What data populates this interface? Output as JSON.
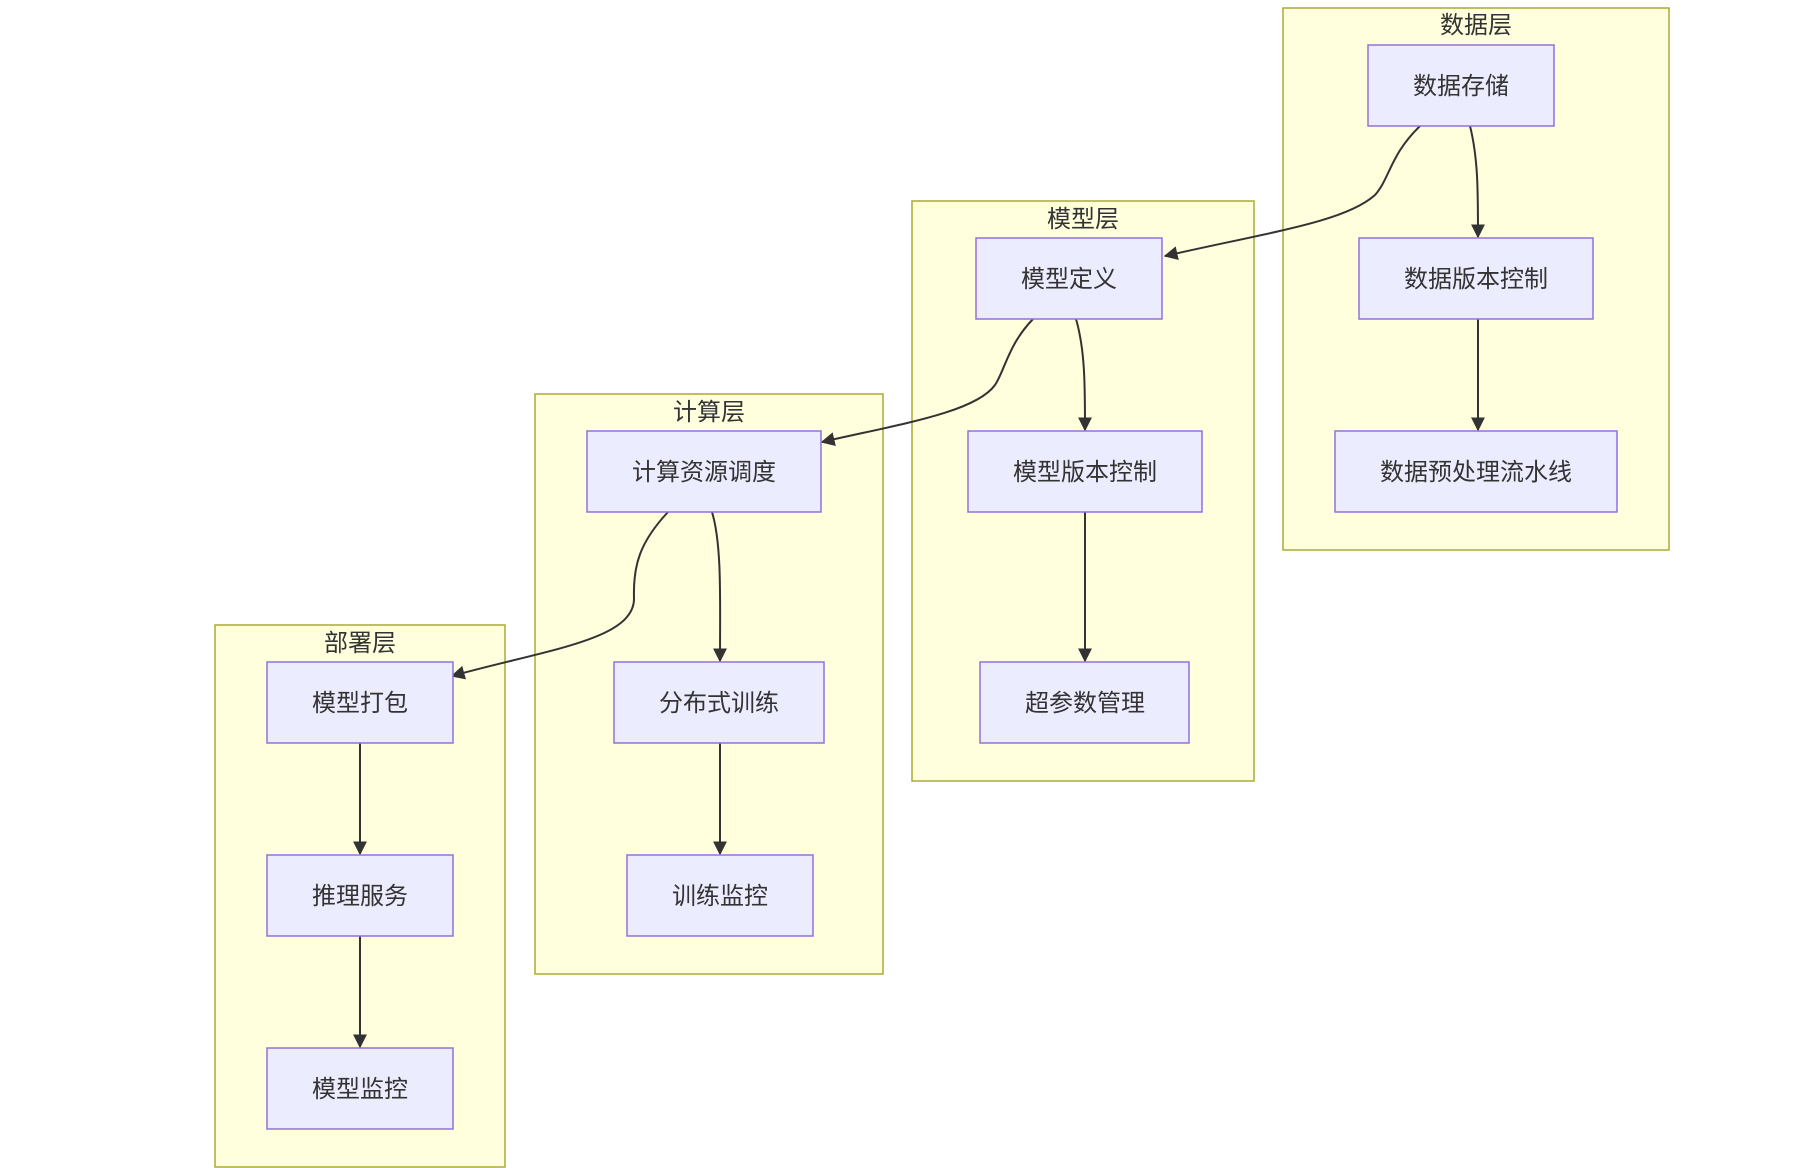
{
  "diagram": {
    "clusters": {
      "data": "数据层",
      "model": "模型层",
      "compute": "计算层",
      "deploy": "部署层"
    },
    "nodes": {
      "data_storage": "数据存储",
      "data_version": "数据版本控制",
      "data_pipeline": "数据预处理流水线",
      "model_def": "模型定义",
      "model_version": "模型版本控制",
      "hyperparam": "超参数管理",
      "compute_sched": "计算资源调度",
      "dist_train": "分布式训练",
      "train_monitor": "训练监控",
      "model_pack": "模型打包",
      "inference": "推理服务",
      "model_monitor": "模型监控"
    },
    "edges": [
      {
        "from": "data_storage",
        "to": "data_version"
      },
      {
        "from": "data_version",
        "to": "data_pipeline"
      },
      {
        "from": "data_storage",
        "to": "model_def"
      },
      {
        "from": "model_def",
        "to": "model_version"
      },
      {
        "from": "model_version",
        "to": "hyperparam"
      },
      {
        "from": "model_def",
        "to": "compute_sched"
      },
      {
        "from": "compute_sched",
        "to": "dist_train"
      },
      {
        "from": "dist_train",
        "to": "train_monitor"
      },
      {
        "from": "compute_sched",
        "to": "model_pack"
      },
      {
        "from": "model_pack",
        "to": "inference"
      },
      {
        "from": "inference",
        "to": "model_monitor"
      }
    ],
    "colors": {
      "cluster_fill": "#ffffde",
      "cluster_stroke": "#aaaa33",
      "node_fill": "#ececff",
      "node_stroke": "#9370db",
      "edge": "#333333",
      "text": "#333333"
    }
  }
}
